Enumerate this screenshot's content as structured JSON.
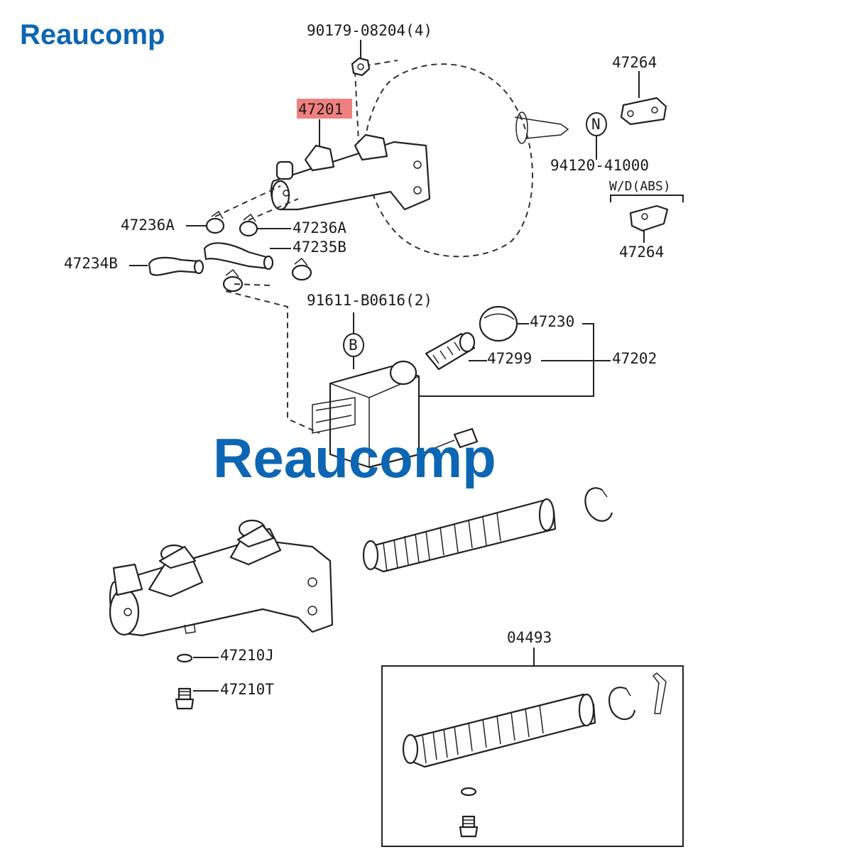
{
  "brand": {
    "logo_top": "Reaucomp",
    "watermark": "Reaucomp",
    "color": "#0c66b3"
  },
  "highlight_color": "#f08080",
  "labels": {
    "bolt_90179": "90179-08204(4)",
    "cyl_47201": "47201",
    "bracket_47264_top": "47264",
    "circle_n": "N",
    "plug_94120": "94120-41000",
    "abs_note": "W/D(ABS)",
    "bracket_47264_bottom": "47264",
    "clamp_47236a_left": "47236A",
    "clamp_47236a_right": "47236A",
    "hose_47235b": "47235B",
    "hose_47234b": "47234B",
    "screw_91611": "91611-B0616(2)",
    "circle_b": "B",
    "cap_47230": "47230",
    "reservoir_47202": "47202",
    "strainer_47299": "47299",
    "gasket_47210j": "47210J",
    "bolt_47210t": "47210T",
    "kit_04493": "04493"
  }
}
